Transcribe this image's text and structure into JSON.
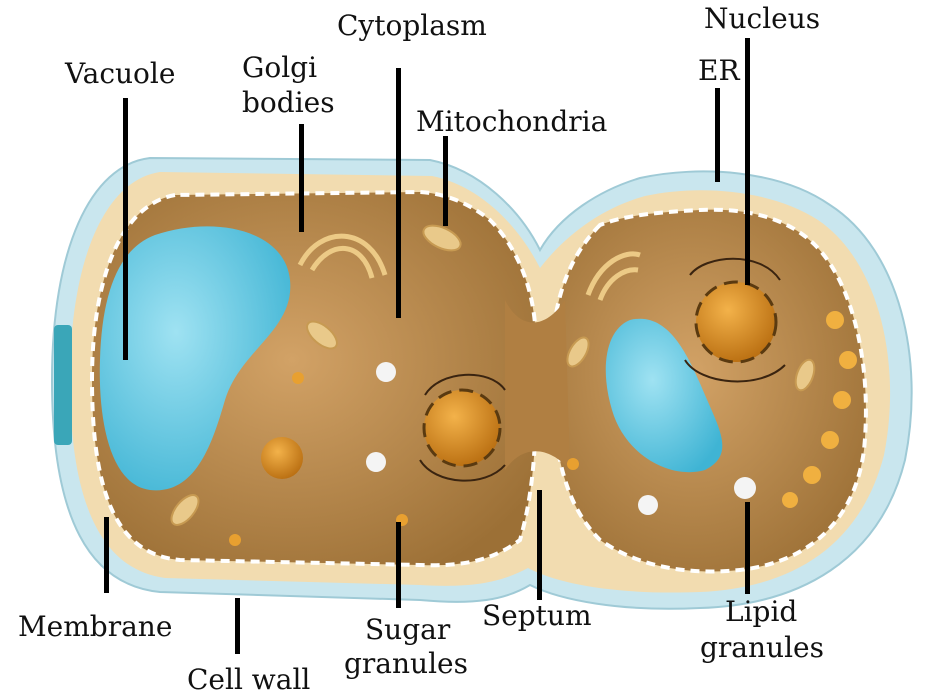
{
  "labels": {
    "vacuole": "Vacuole",
    "golgi_line1": "Golgi",
    "golgi_line2": "bodies",
    "cytoplasm": "Cytoplasm",
    "mitochondria": "Mitochondria",
    "nucleus": "Nucleus",
    "er": "ER",
    "membrane": "Membrane",
    "cell_wall": "Cell wall",
    "sugar_line1": "Sugar",
    "sugar_line2": "granules",
    "septum": "Septum",
    "lipid_line1": "Lipid",
    "lipid_line2": "granules"
  },
  "colors": {
    "cell_wall": "#c9e6ee",
    "outer_zone": "#f2dcb0",
    "cytoplasm": "#b8884a",
    "vacuole": "#5cc6e0",
    "nucleus": "#d98a1a",
    "organelle": "#e9c98a",
    "lipid": "#e8a030"
  }
}
